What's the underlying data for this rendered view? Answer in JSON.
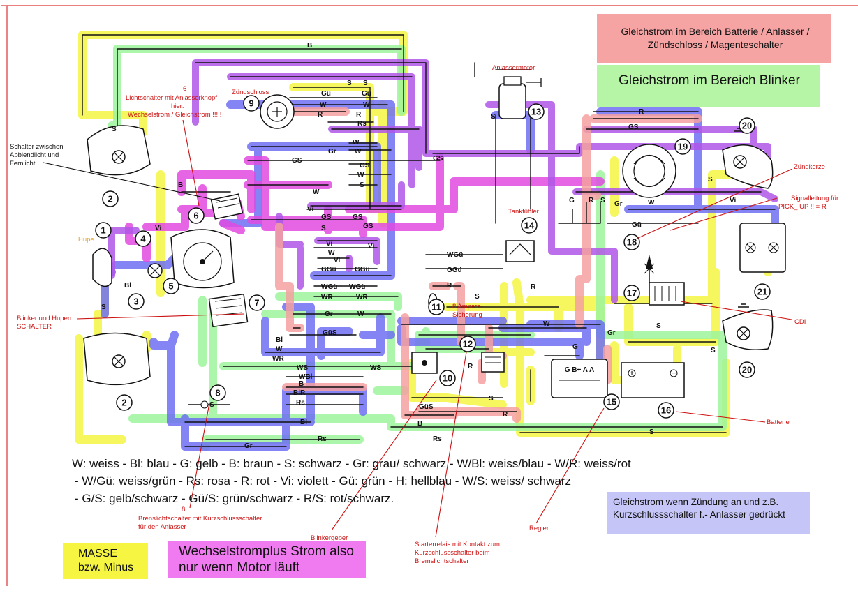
{
  "boxes": {
    "dc_battery": "Gleichstrom im Bereich Batterie / Anlasser / Zündschloss / Magenteschalter",
    "dc_blinker": "Gleichstrom im Bereich Blinker",
    "dc_ignition": "Gleichstrom wenn Zündung an und z.B. Kurzschlussschalter f.- Anlasser gedrückt",
    "masse": "MASSE bzw. Minus",
    "ac_plus": "Wechselstromplus Strom also nur wenn Motor läuft"
  },
  "colors": {
    "masse": "#f5f542",
    "blinker": "#9cf59c",
    "battery": "#f5a0a0",
    "ignition": "#c5c5f7",
    "ac_plus": "#f07af0"
  },
  "legend": [
    "W: weiss - Bl: blau - G: gelb - B: braun - S: schwarz - Gr: grau/ schwarz - W/Bl: weiss/blau - W/R: weiss/rot",
    "- W/Gü: weiss/grün  - Rs: rosa - R: rot - Vi: violett - Gü: grün - H: hellblau - W/S: weiss/ schwarz",
    "- G/S:  gelb/schwarz - Gü/S: grün/schwarz - R/S: rot/schwarz."
  ],
  "annotations": {
    "zuendschloss": "Zündschloss",
    "lichtschalter": [
      "6",
      "Lichtschalter mit Anlasserknopf",
      "hier:",
      "Wechselstrom / Gleichstrom !!!!!"
    ],
    "abblend": [
      "Schalter zwischen",
      "Abblendlicht und",
      "Fernlicht"
    ],
    "hupe": "Hupe",
    "blinker_hupe": [
      "Blinker und Hupen",
      "SCHALTER"
    ],
    "bremslicht": [
      "8",
      "Brenslichtschalter mit Kurzschlussschalter",
      "für den Anlasser"
    ],
    "blinkergeber": "Blinkergeber",
    "starterrelais": [
      "Starterrelais mit Kontakt zum",
      "Kurzschlussschalter beim",
      "Bremslichtschalter"
    ],
    "regler": "Regler",
    "batterie": "Batterie",
    "cdi": "CDI",
    "zuendkerze": "Zündkerze",
    "signalleitung": [
      "Signalleitung für",
      "PICK_ UP !!  =  R"
    ],
    "tankfuehler": "Tankfühler",
    "anlassermotor": "Anlassermotor",
    "sicherung": [
      "8 Ampere-",
      "Sicherung"
    ]
  },
  "components": [
    "1",
    "2",
    "3",
    "4",
    "5",
    "6",
    "7",
    "8",
    "9",
    "10",
    "11",
    "12",
    "13",
    "14",
    "15",
    "16",
    "17",
    "18",
    "19",
    "20",
    "21"
  ],
  "wire_labels": {
    "top_b": "B",
    "s": "S",
    "gue": "Gü",
    "w": "W",
    "r": "R",
    "rs": "Rs",
    "gs": "GS",
    "gr": "Gr",
    "vi": "Vi",
    "wgue": "WGü",
    "ggue": "GGü",
    "wr": "WR",
    "gues": "GüS",
    "bl": "Bl",
    "ws": "WS",
    "wbl": "WBl",
    "blr": "BlR",
    "g": "G",
    "gues2": "GüS"
  }
}
